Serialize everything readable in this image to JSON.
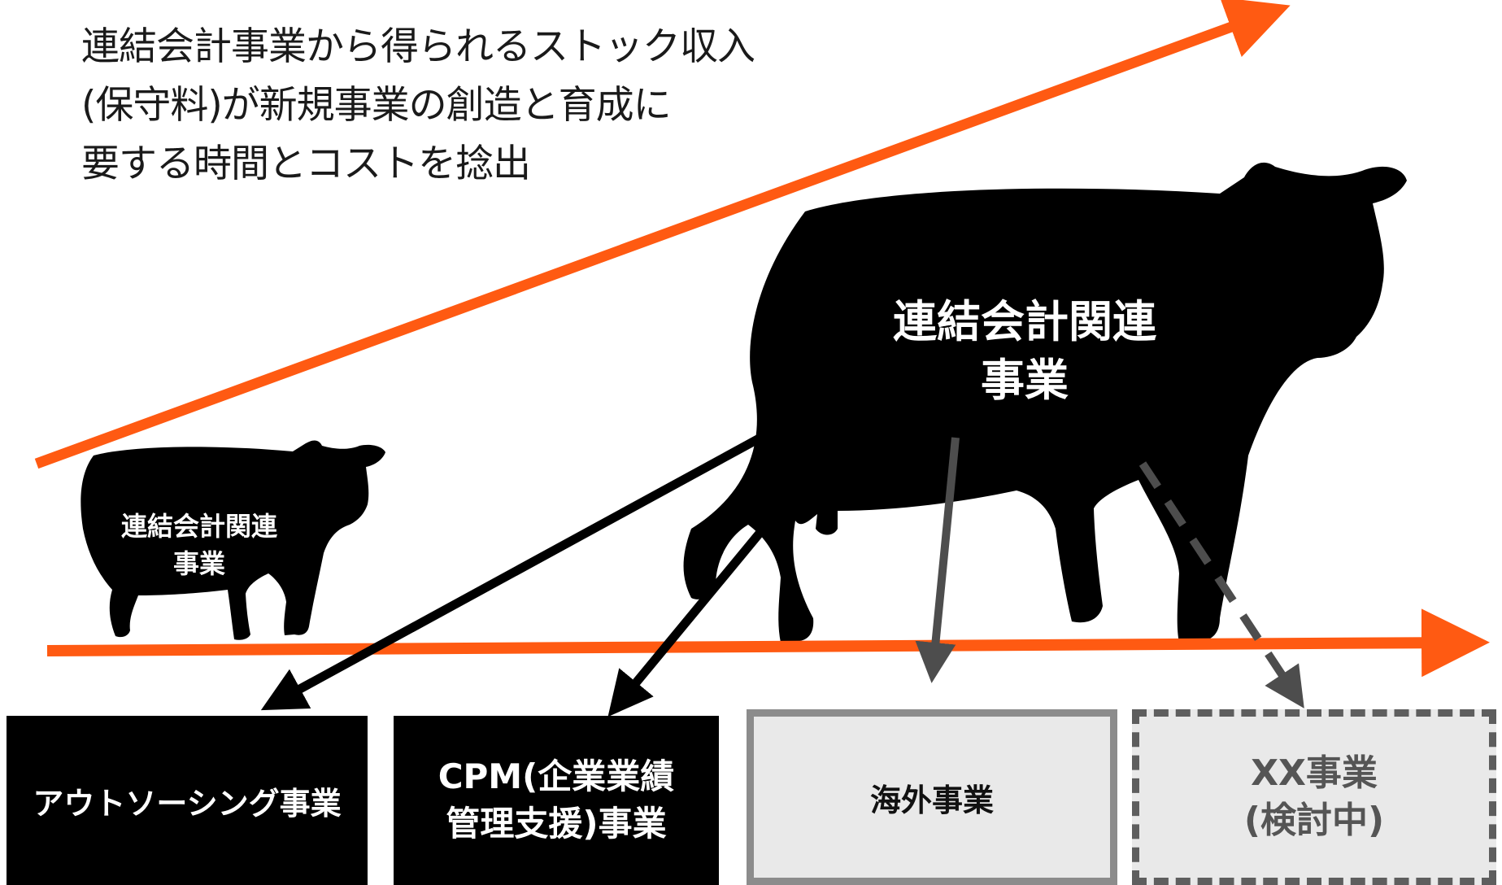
{
  "headline": {
    "lines": [
      "連結会計事業から得られるストック収入",
      "(保守料)が新規事業の創造と育成に",
      "要する時間とコストを捻出"
    ]
  },
  "big_cow": {
    "lines": [
      "連結会計関連",
      "事業"
    ]
  },
  "small_cow": {
    "lines": [
      "連結会計関連",
      "事業"
    ]
  },
  "boxes": {
    "outsourcing": {
      "lines": [
        "アウトソーシング事業"
      ]
    },
    "cpm": {
      "lines": [
        "CPM(企業業績",
        "管理支援)事業"
      ]
    },
    "overseas": {
      "lines": [
        "海外事業"
      ]
    },
    "xx": {
      "lines": [
        "XX事業",
        "(検討中)"
      ]
    }
  },
  "colors": {
    "accent_orange": "#ff5a12",
    "silhouette": "#000000",
    "box_dark": "#000000",
    "box_light": "#e9e9e9",
    "box_border_gray": "#8c8c8c",
    "box_dashed_gray": "#5e5e5e",
    "arrow_gray": "#4d4d4d"
  }
}
